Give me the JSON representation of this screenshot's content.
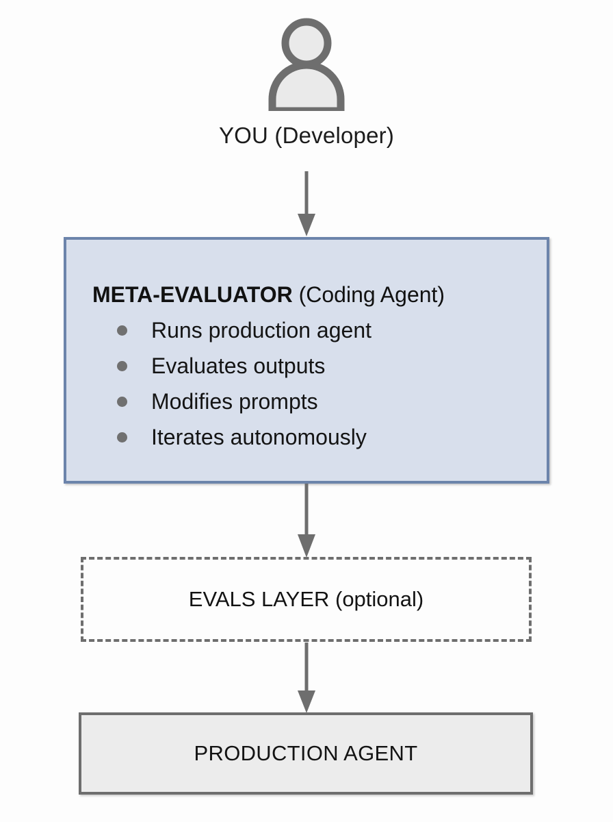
{
  "diagram": {
    "background_color": "#fdfdfd",
    "actor": {
      "icon": "person-icon",
      "label": "YOU (Developer)",
      "icon_stroke_color": "#6e6e6e",
      "icon_fill_color": "#eaeaea"
    },
    "meta_evaluator": {
      "title_strong": "META-EVALUATOR",
      "title_light": " (Coding Agent)",
      "fill_color": "#d8dfec",
      "border_color": "#6c84ab",
      "bullet_color": "#707070",
      "bullets": [
        "Runs production agent",
        "Evaluates outputs",
        "Modifies prompts",
        "Iterates autonomously"
      ]
    },
    "evals_layer": {
      "label": "EVALS LAYER (optional)",
      "border_color": "#6e6e6e",
      "border_style": "dashed",
      "fill_color": "#fdfdfd"
    },
    "production_agent": {
      "label": "PRODUCTION AGENT",
      "fill_color": "#ececec",
      "border_color": "#6e6e6e"
    },
    "arrows": [
      {
        "name": "you-to-meta",
        "from": "YOU (Developer)",
        "to": "META-EVALUATOR",
        "color": "#6e6e6e",
        "direction": "down"
      },
      {
        "name": "meta-to-evals",
        "from": "META-EVALUATOR",
        "to": "EVALS LAYER",
        "color": "#6e6e6e",
        "direction": "down"
      },
      {
        "name": "evals-to-prod",
        "from": "EVALS LAYER",
        "to": "PRODUCTION AGENT",
        "color": "#6e6e6e",
        "direction": "down"
      }
    ]
  }
}
